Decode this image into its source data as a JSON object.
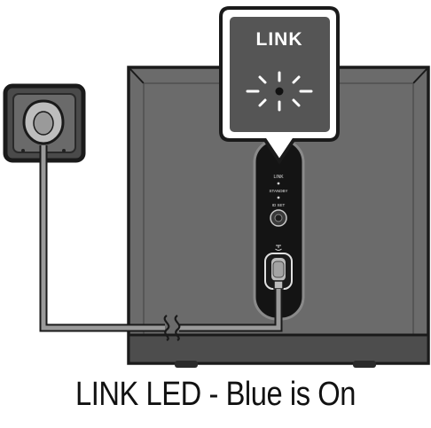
{
  "callout": {
    "led_name": "LINK"
  },
  "panel": {
    "link_label": "LINK",
    "standby_label": "STANDBY",
    "id_set_label": "ID SET"
  },
  "caption": {
    "text": "LINK LED - Blue is On"
  },
  "colors": {
    "body_gray": "#6b6b6b",
    "outline": "#1a1a1a",
    "panel_black": "#141414",
    "cable_gray": "#9a9a9a"
  }
}
